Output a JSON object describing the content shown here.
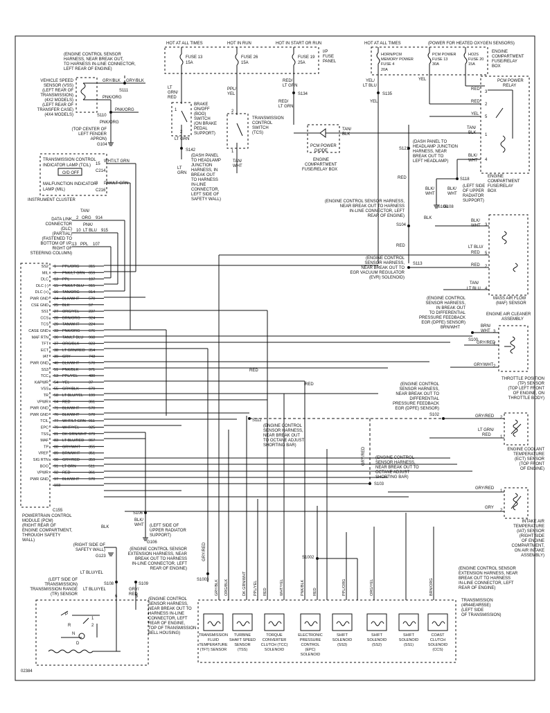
{
  "diagram_code": "02384",
  "top_labels": {
    "hot1": "HOT AT ALL TIMES",
    "hot2": "HOT IN RUN",
    "hot3": "HOT IN START OR RUN",
    "ip_panel": "I/P FUSE PANEL",
    "hot4": "HOT AT ALL TIMES",
    "heated_o2": "(POWER FOR HEATED OXYGEN SENSORS)",
    "engine_box": "ENGINE COMPARTMENT FUSE/RELAY BOX"
  },
  "fuses": [
    {
      "name": "FUSE 13",
      "amp": "15A"
    },
    {
      "name": "FUSE 26",
      "amp": "15A"
    },
    {
      "name": "FUSE 19",
      "amp": "25A"
    },
    {
      "name": "HORN/PCM MEMORY POWER FUSE 4",
      "amp": "20A"
    },
    {
      "name": "PCM POWER FUSE 13",
      "amp": "30A"
    },
    {
      "name": "HO2S FUSE 20",
      "amp": "15A"
    }
  ],
  "pcm_pins": [
    {
      "sig": "SS2",
      "pin": "1",
      "wire": "PPL/ORG",
      "circ": "315"
    },
    {
      "sig": "MIL",
      "pin": "3",
      "wire": "PNK/LT GRN",
      "circ": "659"
    },
    {
      "sig": "DLC",
      "pin": "13",
      "wire": "PPL",
      "circ": "107"
    },
    {
      "sig": "DLC (-)",
      "pin": "15",
      "wire": "PNK/LT BLU",
      "circ": "915"
    },
    {
      "sig": "DLC (+)",
      "pin": "16",
      "wire": "TAN/ORG",
      "circ": "914"
    },
    {
      "sig": "PWR GND",
      "pin": "24",
      "wire": "BLK/WHT",
      "circ": "570"
    },
    {
      "sig": "CSE GND",
      "pin": "25",
      "wire": "BLK",
      "circ": "57"
    },
    {
      "sig": "SS1",
      "pin": "27",
      "wire": "ORG/YEL",
      "circ": "237"
    },
    {
      "sig": "CCS",
      "pin": "28",
      "wire": "BRN/ORG",
      "circ": "924"
    },
    {
      "sig": "TCS",
      "pin": "29",
      "wire": "TAN/WHT",
      "circ": "224"
    },
    {
      "sig": "CASE GND",
      "pin": "33",
      "wire": "PNK/ORG",
      "circ": "676"
    },
    {
      "sig": "MAF RTN",
      "pin": "36",
      "wire": "TAN/LT BLU",
      "circ": "968"
    },
    {
      "sig": "TFT",
      "pin": "37",
      "wire": "ORG/BLK",
      "circ": "923"
    },
    {
      "sig": "ECT",
      "pin": "38",
      "wire": "LT GRN/RED",
      "circ": "354"
    },
    {
      "sig": "IAT",
      "pin": "39",
      "wire": "GRY",
      "circ": "743"
    },
    {
      "sig": "PWR GND",
      "pin": "40",
      "wire": "BLK/WHT",
      "circ": "570"
    },
    {
      "sig": "SS3",
      "pin": "51",
      "wire": "PNK/BLK",
      "circ": "971"
    },
    {
      "sig": "TCC",
      "pin": "53",
      "wire": "PPL/YEL",
      "circ": "480"
    },
    {
      "sig": "KAPWR",
      "pin": "54",
      "wire": "YEL",
      "circ": "37"
    },
    {
      "sig": "VSS",
      "pin": "55",
      "wire": "GRY/BLK",
      "circ": "679"
    },
    {
      "sig": "TR",
      "pin": "58",
      "wire": "LT BLU/YEL",
      "circ": "199"
    },
    {
      "sig": "VPWR",
      "pin": "64",
      "wire": "RED",
      "circ": "361"
    },
    {
      "sig": "PWR GND",
      "pin": "71",
      "wire": "BLK/WHT",
      "circ": "570"
    },
    {
      "sig": "PWR GND",
      "pin": "76",
      "wire": "BLK/WHT",
      "circ": "570"
    },
    {
      "sig": "TCIL",
      "pin": "77",
      "wire": "WHT/LT GRN",
      "circ": "911"
    },
    {
      "sig": "EPC",
      "pin": "79",
      "wire": "WHT/YEL",
      "circ": "925"
    },
    {
      "sig": "TSS",
      "pin": "81",
      "wire": "DK GRN/WHT",
      "circ": "679"
    },
    {
      "sig": "MAF",
      "pin": "83",
      "wire": "LT BLU/RED",
      "circ": "967"
    },
    {
      "sig": "TP",
      "pin": "88",
      "wire": "GRY/WHT",
      "circ": "355"
    },
    {
      "sig": "VREF",
      "pin": "89",
      "wire": "BRN/WHT",
      "circ": "351"
    },
    {
      "sig": "SIG RTN",
      "pin": "90",
      "wire": "GRY/RED",
      "circ": "359"
    },
    {
      "sig": "BOO",
      "pin": "91",
      "wire": "LT GRN",
      "circ": "511"
    },
    {
      "sig": "VPWR",
      "pin": "92",
      "wire": "RED",
      "circ": "361"
    },
    {
      "sig": "PWR GND",
      "pin": "97",
      "wire": "BLK/WHT",
      "circ": "570"
    },
    {
      "sig": "",
      "pin": "103",
      "wire": "",
      "circ": ""
    }
  ],
  "pcm_connector": "C155",
  "pcm_label": [
    "POWERTRAIN CONTROL",
    "MODULE (PCM)",
    "(RIGHT REAR OF",
    "ENGINE COMPARTMENT,",
    "THROUGH SAFETY",
    "WALL)"
  ],
  "vss_label": [
    "VEHICLE SPEED",
    "SENSOR (VSS)",
    "(LEFT REAR OF",
    "TRANSMISSION)",
    "(4X2 MODELS)",
    "(LEFT REAR OF",
    "TRANSFER CASE)",
    "(4X4 MODELS)"
  ],
  "ecs_note_top": [
    "(ENGINE CONTROL SENSOR",
    "HARNESS, NEAR BREAK OUT,",
    "TO HARNESS IN-LINE CONNECTOR,",
    "LEFT REAR OF ENGINE)"
  ],
  "s110_note": [
    "(TOP CENTER OF",
    "LEFT FENDER",
    "APRON)"
  ],
  "cluster": {
    "tcil": "TRANSMISSION CONTROL INDICATOR LAMP (TCIL)",
    "od_off": "O/D OFF",
    "mil": "MALFUNCTION INDICATOR LAMP (MIL)",
    "label": "INSTRUMENT CLUSTER",
    "c1": "C214",
    "c2": "C216"
  },
  "dlc_label": [
    "DATA LINK",
    "CONNECTOR",
    "(DLC)",
    "(PARTIAL)",
    "(FASTENED TO",
    "BOTTOM OF I/P,",
    "RIGHT OF",
    "STEERING COLUMN)"
  ],
  "boo_label": [
    "BRAKE",
    "ON/OFF",
    "(BOO)",
    "SWITCH",
    "(ON BRAKE",
    "PEDAL",
    "SUPPORT)"
  ],
  "tcs_label": [
    "TRANSMISSION",
    "CONTROL",
    "SWITCH",
    "(TCS)"
  ],
  "s142_note": [
    "(DASH PANEL",
    "TO HEADLAMP",
    "JUNCTION",
    "HARNESS, IN",
    "BREAK OUT",
    "TO HARNESS",
    "IN-LINE",
    "CONNECTOR,",
    "LEFT SIDE OF",
    "SAFETY WALL)"
  ],
  "diode_label": [
    "PCM POWER",
    "DIODE"
  ],
  "diode_box": [
    "ENGINE",
    "COMPARTMENT",
    "FUSE/RELAY BOX"
  ],
  "s121_note": [
    "(DASH PANEL TO",
    "HEADLAMP JUNCTION",
    "HARNESS, NEAR",
    "BREAK OUT TO",
    "LEFT HEADLAMP)"
  ],
  "relay_label": [
    "PCM POWER",
    "RELAY"
  ],
  "relay_box": [
    "ENGINE",
    "COMPARTMENT",
    "FUSE/RELAY",
    "BOX"
  ],
  "g108_note": [
    "(LEFT SIDE",
    "OF UPPER",
    "RADIATOR",
    "SUPPORT)"
  ],
  "s104_note": [
    "(ENGINE CONTROL SENSOR HARNESS,",
    "NEAR BREAK OUT TO HARNESS",
    "IN-LINE CONNECTOR, LEFT",
    "REAR OF ENGINE)"
  ],
  "s113_note": [
    "(ENGINE CONTROL",
    "SENSOR HARNESS,",
    "NEAR BREAK OUT TO",
    "EGR VACUUM REGULATOR",
    "(EVR) SOLENOID)"
  ],
  "maf_label": [
    "MASS AIR FLOW",
    "(MAF) SENSOR"
  ],
  "maf_box": [
    "ENGINE AIR CLEANER",
    "ASSEMBLY"
  ],
  "s100_note": [
    "(ENGINE CONTROL",
    "SENSOR HARNESS,",
    "IN BREAK OUT",
    "TO DIFFERENTIAL",
    "PRESSURE FEEDBACK",
    "EGR (DPFE) SENSOR)"
  ],
  "tp_label": [
    "THROTTLE POSITION",
    "(TP) SENSOR",
    "(TOP LEFT FRONT",
    "OF ENGINE, ON",
    "THROTTLE BODY)"
  ],
  "s102_note": [
    "(ENGINE CONTROL",
    "SENSOR HARNESS,",
    "NEAR BREAK OUT TO",
    "DIFFERENTIAL",
    "PRESSURE FEEDBACK",
    "EGR (DPFE) SENSOR)"
  ],
  "ect_label": [
    "ENGINE COOLANT",
    "TEMPERATURE",
    "(ECT) SENSOR",
    "(TOP FRONT",
    "OF ENGINE)"
  ],
  "s112_note": [
    "(ENGINE CONTROL",
    "SENSOR HARNESS,",
    "NEAR BREAK OUT",
    "TO OCTANE ADJUST",
    "SHORTING BAR)"
  ],
  "s103_note": [
    "(ENGINE CONTROL",
    "SENSOR HARNESS,",
    "NEAR BREAK OUT TO",
    "OCTANE ADJUST",
    "SHORTING BAR)"
  ],
  "iat_label": [
    "INTAKE AIR",
    "TEMPERATURE",
    "(IAT) SENSOR",
    "(RIGHT SIDE",
    "OF ENGINE",
    "COMPARTMENT,",
    "ON AIR INTAKE",
    "ASSEMBLY)"
  ],
  "g106_note": [
    "(LEFT SIDE OF",
    "UPPER RADIATOR",
    "SUPPORT)"
  ],
  "g123_note": [
    "(RIGHT SIDE OF",
    "SAFETY WALL)"
  ],
  "s1003_note": [
    "(ENGINE CONTROL SENSOR",
    "EXTENSION HARNESS, NEAR",
    "BREAK OUT TO HARNESS",
    "IN-LINE CONNECTOR, LEFT",
    "REAR OF ENGINE)"
  ],
  "tr_label": [
    "(LEFT SIDE OF",
    "TRANSMISSION)",
    "TRANSMISSION RANGE",
    "(TR) SENSOR"
  ],
  "s108_note": [
    "(ENGINE CONTROL",
    "SENSOR HARNESS,",
    "NEAR BREAK OUT TO",
    "HARNESS IN-LINE",
    "CONNECTOR, LEFT",
    "REAR OF ENGINE,",
    "TOP OF TRANSMISSION",
    "BELL HOUSING)"
  ],
  "ecs_ext_right": [
    "(ENGINE CONTROL SENSOR",
    "EXTENSION HARNESS, NEAR",
    "BREAK OUT TO HARNESS",
    "IN-LINE CONNECTOR, LEFT",
    "REAR OF ENGINE)"
  ],
  "trans_label": [
    "TRANSMISSION",
    "(4R44E/4R55E)",
    "(LEFT SIDE",
    "OF TRANSMISSION)"
  ],
  "trans_components": [
    {
      "name": [
        "TRANSMISSION",
        "FLUID",
        "TEMPERATURE",
        "(TFT) SENSOR"
      ]
    },
    {
      "name": [
        "TURBINE",
        "SHAFT SPEED",
        "SENSOR",
        "(TSS)"
      ]
    },
    {
      "name": [
        "TORQUE",
        "CONVERTER",
        "CLUTCH (TCC)",
        "SOLENOID"
      ]
    },
    {
      "name": [
        "ELECTRONIC",
        "PRESSURE",
        "CONTROL",
        "(EPC)",
        "SOLENOID"
      ]
    },
    {
      "name": [
        "SHIFT",
        "SOLENOID",
        "(SS3)"
      ]
    },
    {
      "name": [
        "SHIFT",
        "SOLENOID",
        "(SS2)"
      ]
    },
    {
      "name": [
        "SHIFT",
        "SOLENOID",
        "(SS1)"
      ]
    },
    {
      "name": [
        "COAST",
        "CLUTCH",
        "SOLENOID",
        "(CCS)"
      ]
    }
  ],
  "trans_pins": [
    "GRY/BLK",
    "ORG/BLK",
    "DK GRN/WHT",
    "PPL/YEL",
    "RED",
    "WHT/YEL",
    "PNK/BLK",
    "RED",
    "PPL/ORG",
    "ORG/YEL",
    "BRN/ORG"
  ],
  "splices": [
    "S111",
    "S110",
    "G104",
    "S142",
    "S134",
    "S135",
    "S121",
    "S118",
    "S106",
    "G108",
    "S104",
    "S113",
    "S100",
    "S102",
    "S112",
    "S103",
    "S106",
    "G106",
    "G123",
    "S1003",
    "S1002",
    "S108",
    "S109"
  ],
  "misc_labels": {
    "gry_blk": "GRY/BLK",
    "pnk_org": "PNK/ORG",
    "red": "RED",
    "lt_grn": "LT GRN",
    "ppl_yel": "PPL/ YEL",
    "yel": "YEL",
    "brn_wht": "BRN/ WHT",
    "gry_red": "GRY/RED",
    "lt_blu_yel": "LT BLU/YEL",
    "blk": "BLK",
    "tan_blk": "TAN/ BLK",
    "blk_wht": "BLK/ WHT"
  }
}
